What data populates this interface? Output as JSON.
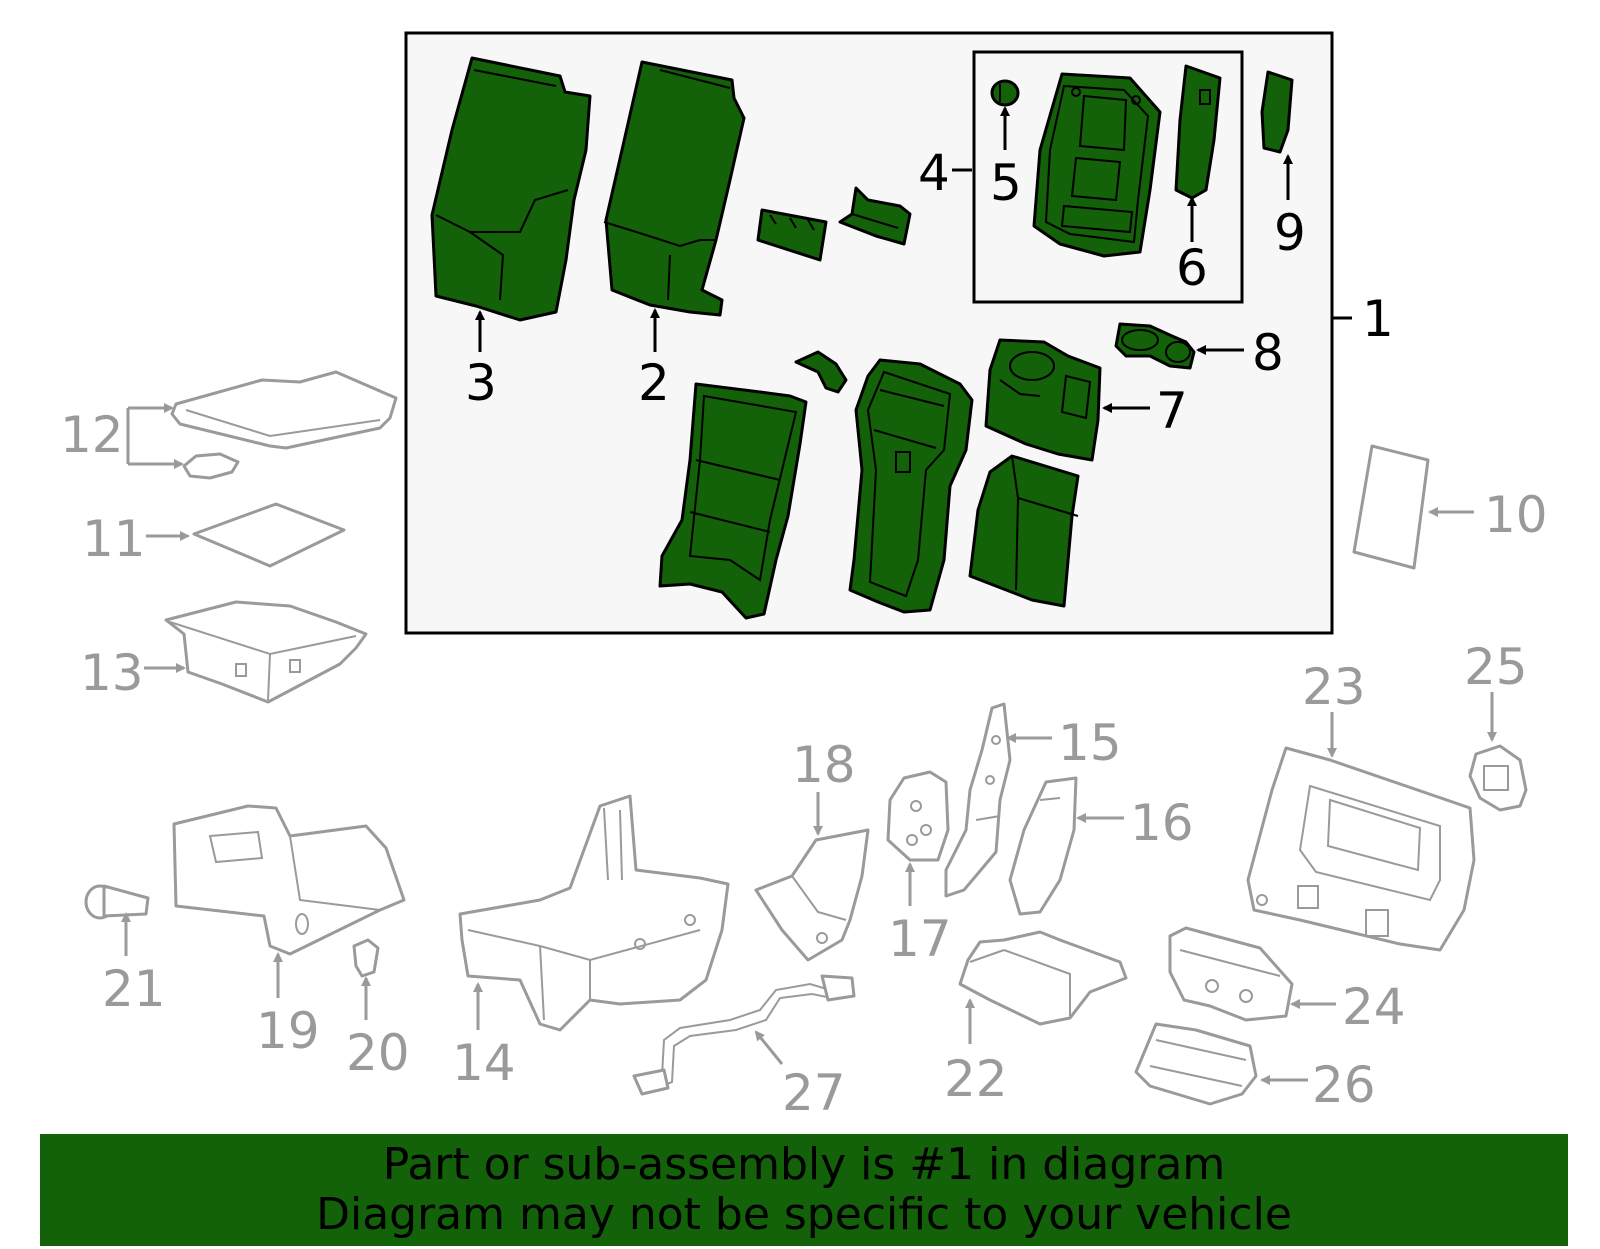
{
  "diagram": {
    "callouts": {
      "c1": "1",
      "c2": "2",
      "c3": "3",
      "c4": "4",
      "c5": "5",
      "c6": "6",
      "c7": "7",
      "c8": "8",
      "c9": "9",
      "c10": "10",
      "c11": "11",
      "c12": "12",
      "c13": "13",
      "c14": "14",
      "c15": "15",
      "c16": "16",
      "c17": "17",
      "c18": "18",
      "c19": "19",
      "c20": "20",
      "c21": "21",
      "c22": "22",
      "c23": "23",
      "c24": "24",
      "c25": "25",
      "c26": "26",
      "c27": "27"
    },
    "colors": {
      "highlight": "#136108",
      "outline_dark": "#000000",
      "outline_gray": "#9a9a9a",
      "assembly_box_bg": "#f7f7f7"
    }
  },
  "banner": {
    "line1": "Part or sub-assembly is #1 in diagram",
    "line2": "Diagram may not be specific to your vehicle"
  }
}
